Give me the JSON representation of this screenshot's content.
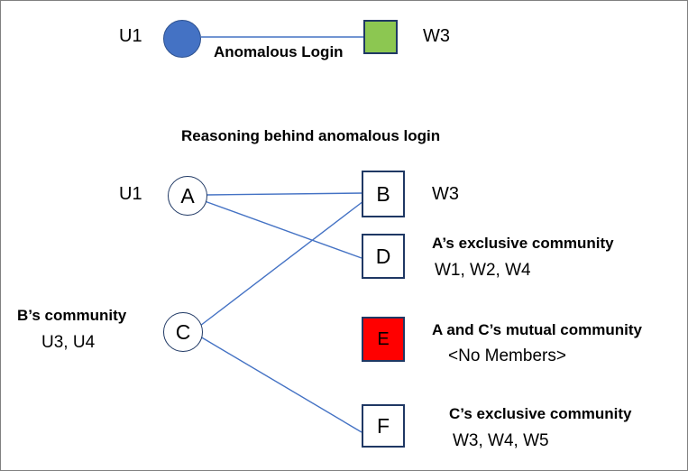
{
  "diagram": {
    "title_caption": "Reasoning behind anomalous login",
    "edge_label_anomalous": "Anomalous Login",
    "top_row": {
      "user_label": "U1",
      "user_node_icon": "filled-blue-circle",
      "resource_label": "W3",
      "resource_node_icon": "filled-green-square"
    },
    "nodes": [
      {
        "id": "A",
        "glyph": "A",
        "shape": "open-circle"
      },
      {
        "id": "C",
        "glyph": "C",
        "shape": "open-circle"
      },
      {
        "id": "B",
        "glyph": "B",
        "shape": "open-square"
      },
      {
        "id": "D",
        "glyph": "D",
        "shape": "open-square"
      },
      {
        "id": "E",
        "glyph": "E",
        "shape": "filled-red-square"
      },
      {
        "id": "F",
        "glyph": "F",
        "shape": "open-square"
      }
    ],
    "annotations": {
      "a_user_label": "U1",
      "b_resource_label": "W3",
      "b_community_title": "B’s community",
      "b_community_members": "U3, U4",
      "d_community_title": "A’s exclusive community",
      "d_community_members": "W1, W2, W4",
      "e_community_title": "A and C’s mutual community",
      "e_community_members": "<No Members>",
      "f_community_title": "C’s exclusive community",
      "f_community_members": "W3, W4, W5"
    },
    "colors": {
      "edge": "#4472C4",
      "node_border": "#1F3864",
      "user_fill": "#4472C4",
      "resource_fill": "#8CC751",
      "mutual_fill": "#FF0000",
      "canvas_border": "#808080"
    }
  }
}
